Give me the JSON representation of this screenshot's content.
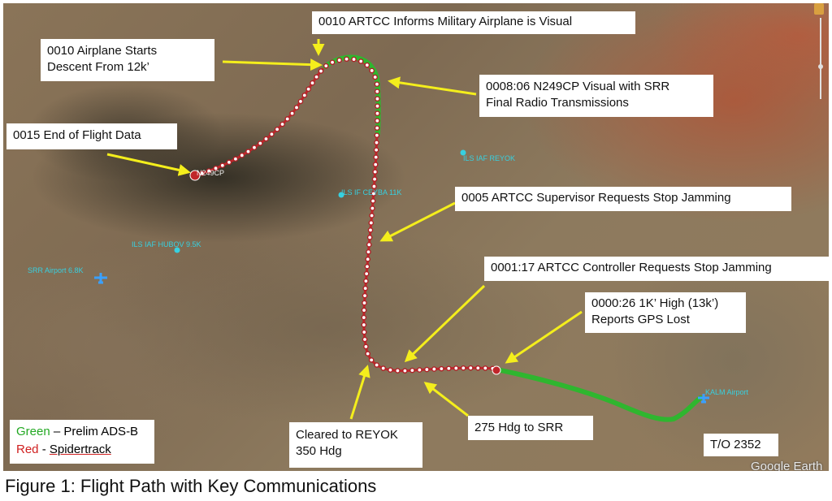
{
  "callouts": {
    "descent": [
      "0010 Airplane Starts",
      "Descent From 12k’"
    ],
    "visual": "0010 ARTCC Informs Military Airplane is Visual",
    "srr_visual": [
      "0008:06 N249CP Visual with SRR",
      "Final Radio Transmissions"
    ],
    "end_data": "0015 End of Flight Data",
    "supervisor": "0005 ARTCC Supervisor Requests Stop Jamming",
    "controller": "0001:17 ARTCC Controller Requests Stop Jamming",
    "gps_lost": [
      "0000:26 1K’ High (13k’)",
      "Reports GPS Lost"
    ],
    "cleared": [
      "Cleared to REYOK",
      "350 Hdg"
    ],
    "hdg275": "275 Hdg to SRR",
    "takeoff": "T/O 2352"
  },
  "waypoints": {
    "reyok": "ILS IAF REYOK",
    "ceyba": "ILS IF CEYBA 11K",
    "bov": "ILS IAF HUBOV 9.5K",
    "srr": "SRR Airport 6.8K",
    "alm": "KALM Airport",
    "tail": "N249CP"
  },
  "legend": {
    "green_word": "Green",
    "green_rest": " – Prelim ADS-B",
    "red_word": "Red",
    "red_sep": " - ",
    "red_rest": "Spidertrack"
  },
  "colors": {
    "green_track": "#2fb62f",
    "red_track": "#c0262a",
    "arrow": "#f4ee1c",
    "waypoint": "#37d0e0",
    "legend_green": "#22a822",
    "legend_red": "#d02020"
  },
  "attribution": "Google Earth",
  "caption": "Figure 1: Flight Path with Key Communications"
}
